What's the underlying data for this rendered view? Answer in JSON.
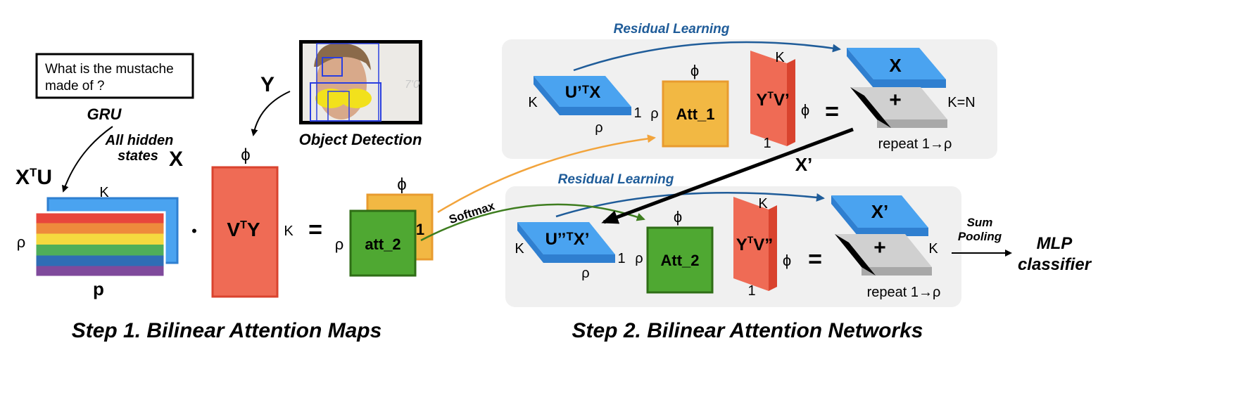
{
  "step1": {
    "title": "Step 1. Bilinear Attention Maps",
    "question": [
      "What is the mustache",
      "made of ?"
    ],
    "gru": "GRU",
    "hidden_states": [
      "All hidden",
      "states"
    ],
    "x_label": "X",
    "xtu": {
      "base": "X",
      "sup": "T",
      "tail": "U"
    },
    "y_label": "Y",
    "object_detection": "Object Detection",
    "photo_note": "7'0",
    "dim_k": "K",
    "dim_rho": "ρ",
    "dim_p": "p",
    "dim_phi": "ϕ",
    "dot": "•",
    "vty": {
      "base": "V",
      "sup": "T",
      "tail": "Y"
    },
    "equals": "=",
    "att2": "att_2",
    "att_back_label": "1",
    "softmax": "Softmax"
  },
  "step2": {
    "title": "Step 2. Bilinear Attention Networks",
    "residual_label": "Residual Learning",
    "top": {
      "u_block": "U’ᵀX",
      "att_block": "Att_1",
      "ytv": {
        "base": "Y",
        "sup": "T",
        "tail": "V’"
      },
      "x_block": "X",
      "plus": "+",
      "k_eq_n": "K=N",
      "repeat": "repeat 1→ρ",
      "k": "K",
      "one": "1",
      "rho": "ρ",
      "phi": "ϕ"
    },
    "x_prime": "X’",
    "bottom": {
      "u_block": "U’’ᵀX’",
      "att_block": "Att_2",
      "ytv": {
        "base": "Y",
        "sup": "T",
        "tail": "V”"
      },
      "x_block": "X’",
      "plus": "+",
      "k": "K",
      "repeat": "repeat 1→ρ",
      "one": "1",
      "rho": "ρ",
      "phi": "ϕ"
    },
    "sum_pooling": [
      "Sum",
      "Pooling"
    ],
    "mlp": [
      "MLP",
      "classifier"
    ]
  },
  "colors": {
    "blue": "#4aa3f0",
    "blue_dark": "#2f7fd0",
    "orange": "#f2b843",
    "red": "#ef6b55",
    "green": "#4fa832",
    "navy": "#1f5c99",
    "panel": "#f0f0f0"
  }
}
